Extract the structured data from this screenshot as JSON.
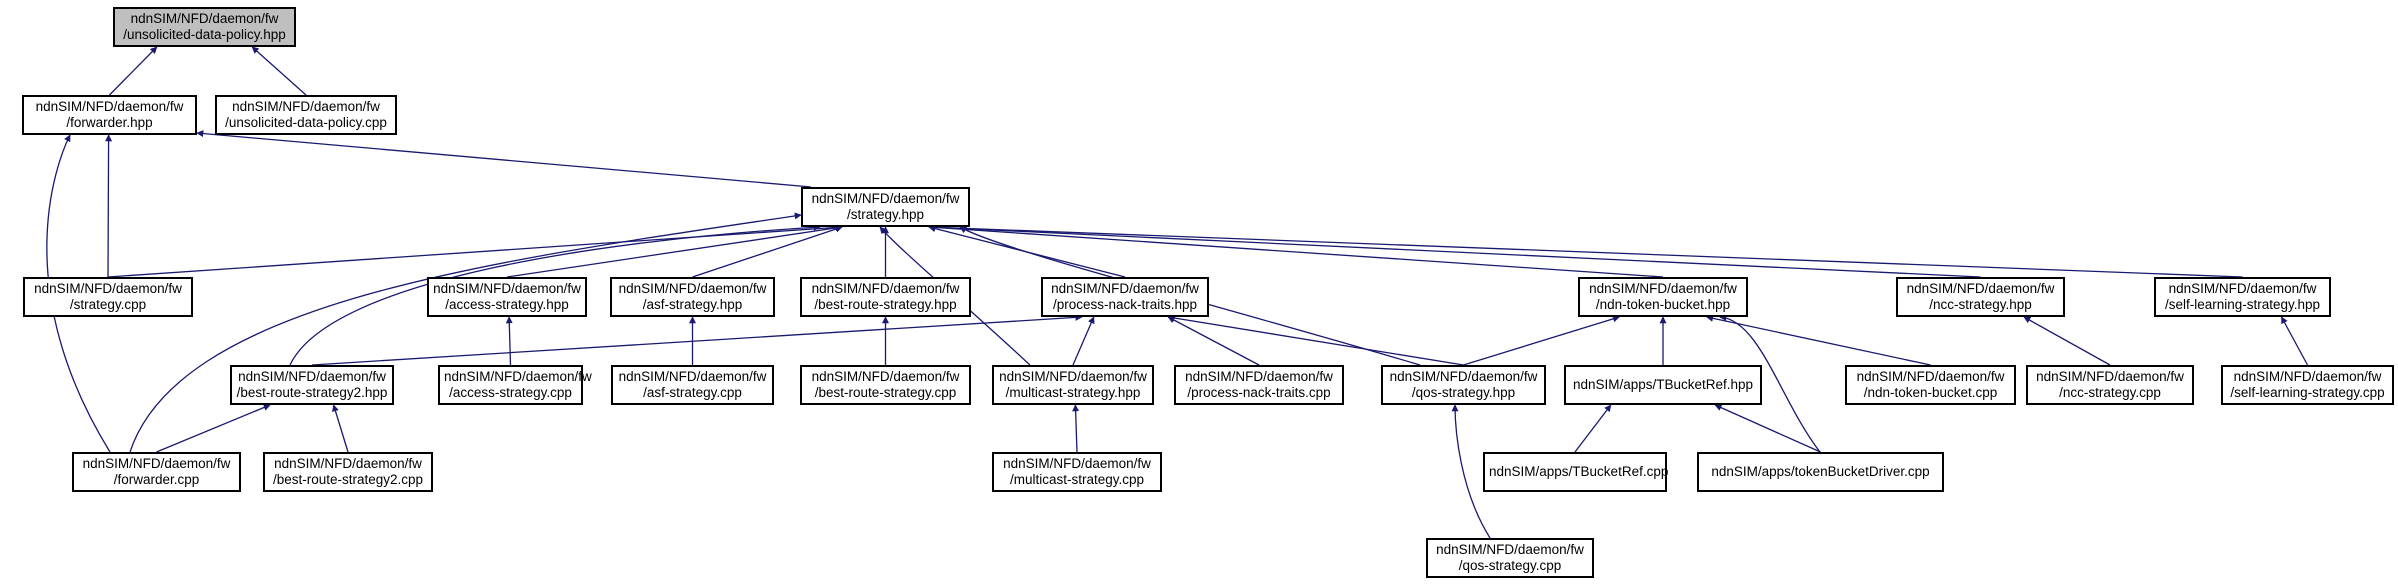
{
  "graph": {
    "edge_color": "#191970",
    "root_fill": "#bfbfbf",
    "nodes": [
      {
        "id": "n0",
        "lines": [
          "ndnSIM/NFD/daemon/fw",
          "/unsolicited-data-policy.hpp"
        ],
        "root": true
      },
      {
        "id": "n1",
        "lines": [
          "ndnSIM/NFD/daemon/fw",
          "/forwarder.hpp"
        ]
      },
      {
        "id": "n2",
        "lines": [
          "ndnSIM/NFD/daemon/fw",
          "/unsolicited-data-policy.cpp"
        ]
      },
      {
        "id": "n3",
        "lines": [
          "ndnSIM/NFD/daemon/fw",
          "/strategy.hpp"
        ]
      },
      {
        "id": "n4",
        "lines": [
          "ndnSIM/NFD/daemon/fw",
          "/strategy.cpp"
        ]
      },
      {
        "id": "n5",
        "lines": [
          "ndnSIM/NFD/daemon/fw",
          "/access-strategy.hpp"
        ]
      },
      {
        "id": "n6",
        "lines": [
          "ndnSIM/NFD/daemon/fw",
          "/asf-strategy.hpp"
        ]
      },
      {
        "id": "n7",
        "lines": [
          "ndnSIM/NFD/daemon/fw",
          "/best-route-strategy.hpp"
        ]
      },
      {
        "id": "n8",
        "lines": [
          "ndnSIM/NFD/daemon/fw",
          "/process-nack-traits.hpp"
        ]
      },
      {
        "id": "n9",
        "lines": [
          "ndnSIM/NFD/daemon/fw",
          "/ndn-token-bucket.hpp"
        ]
      },
      {
        "id": "n10",
        "lines": [
          "ndnSIM/NFD/daemon/fw",
          "/ncc-strategy.hpp"
        ]
      },
      {
        "id": "n11",
        "lines": [
          "ndnSIM/NFD/daemon/fw",
          "/self-learning-strategy.hpp"
        ]
      },
      {
        "id": "n12",
        "lines": [
          "ndnSIM/NFD/daemon/fw",
          "/best-route-strategy2.hpp"
        ]
      },
      {
        "id": "n13",
        "lines": [
          "ndnSIM/NFD/daemon/fw",
          "/access-strategy.cpp"
        ]
      },
      {
        "id": "n14",
        "lines": [
          "ndnSIM/NFD/daemon/fw",
          "/asf-strategy.cpp"
        ]
      },
      {
        "id": "n15",
        "lines": [
          "ndnSIM/NFD/daemon/fw",
          "/best-route-strategy.cpp"
        ]
      },
      {
        "id": "n16",
        "lines": [
          "ndnSIM/NFD/daemon/fw",
          "/multicast-strategy.hpp"
        ]
      },
      {
        "id": "n17",
        "lines": [
          "ndnSIM/NFD/daemon/fw",
          "/process-nack-traits.cpp"
        ]
      },
      {
        "id": "n18",
        "lines": [
          "ndnSIM/NFD/daemon/fw",
          "/qos-strategy.hpp"
        ]
      },
      {
        "id": "n19",
        "lines": [
          "ndnSIM/apps/TBucketRef.hpp"
        ]
      },
      {
        "id": "n20",
        "lines": [
          "ndnSIM/NFD/daemon/fw",
          "/ndn-token-bucket.cpp"
        ]
      },
      {
        "id": "n21",
        "lines": [
          "ndnSIM/NFD/daemon/fw",
          "/ncc-strategy.cpp"
        ]
      },
      {
        "id": "n22",
        "lines": [
          "ndnSIM/NFD/daemon/fw",
          "/self-learning-strategy.cpp"
        ]
      },
      {
        "id": "n23",
        "lines": [
          "ndnSIM/NFD/daemon/fw",
          "/forwarder.cpp"
        ]
      },
      {
        "id": "n24",
        "lines": [
          "ndnSIM/NFD/daemon/fw",
          "/best-route-strategy2.cpp"
        ]
      },
      {
        "id": "n25",
        "lines": [
          "ndnSIM/NFD/daemon/fw",
          "/multicast-strategy.cpp"
        ]
      },
      {
        "id": "n26",
        "lines": [
          "ndnSIM/apps/TBucketRef.cpp"
        ]
      },
      {
        "id": "n27",
        "lines": [
          "ndnSIM/apps/tokenBucketDriver.cpp"
        ]
      },
      {
        "id": "n28",
        "lines": [
          "ndnSIM/NFD/daemon/fw",
          "/qos-strategy.cpp"
        ]
      }
    ],
    "edges": [
      [
        "n1",
        "n0"
      ],
      [
        "n2",
        "n0"
      ],
      [
        "n3",
        "n1"
      ],
      [
        "n4",
        "n1"
      ],
      [
        "n23",
        "n1"
      ],
      [
        "n4",
        "n3"
      ],
      [
        "n5",
        "n3"
      ],
      [
        "n6",
        "n3"
      ],
      [
        "n7",
        "n3"
      ],
      [
        "n8",
        "n3"
      ],
      [
        "n9",
        "n3"
      ],
      [
        "n10",
        "n3"
      ],
      [
        "n11",
        "n3"
      ],
      [
        "n12",
        "n3"
      ],
      [
        "n16",
        "n3"
      ],
      [
        "n18",
        "n3"
      ],
      [
        "n23",
        "n3"
      ],
      [
        "n13",
        "n5"
      ],
      [
        "n14",
        "n6"
      ],
      [
        "n15",
        "n7"
      ],
      [
        "n12",
        "n8"
      ],
      [
        "n16",
        "n8"
      ],
      [
        "n17",
        "n8"
      ],
      [
        "n18",
        "n8"
      ],
      [
        "n18",
        "n9"
      ],
      [
        "n19",
        "n9"
      ],
      [
        "n20",
        "n9"
      ],
      [
        "n27",
        "n9"
      ],
      [
        "n21",
        "n10"
      ],
      [
        "n22",
        "n11"
      ],
      [
        "n23",
        "n12"
      ],
      [
        "n24",
        "n12"
      ],
      [
        "n25",
        "n16"
      ],
      [
        "n28",
        "n18"
      ],
      [
        "n26",
        "n19"
      ],
      [
        "n27",
        "n19"
      ]
    ]
  }
}
